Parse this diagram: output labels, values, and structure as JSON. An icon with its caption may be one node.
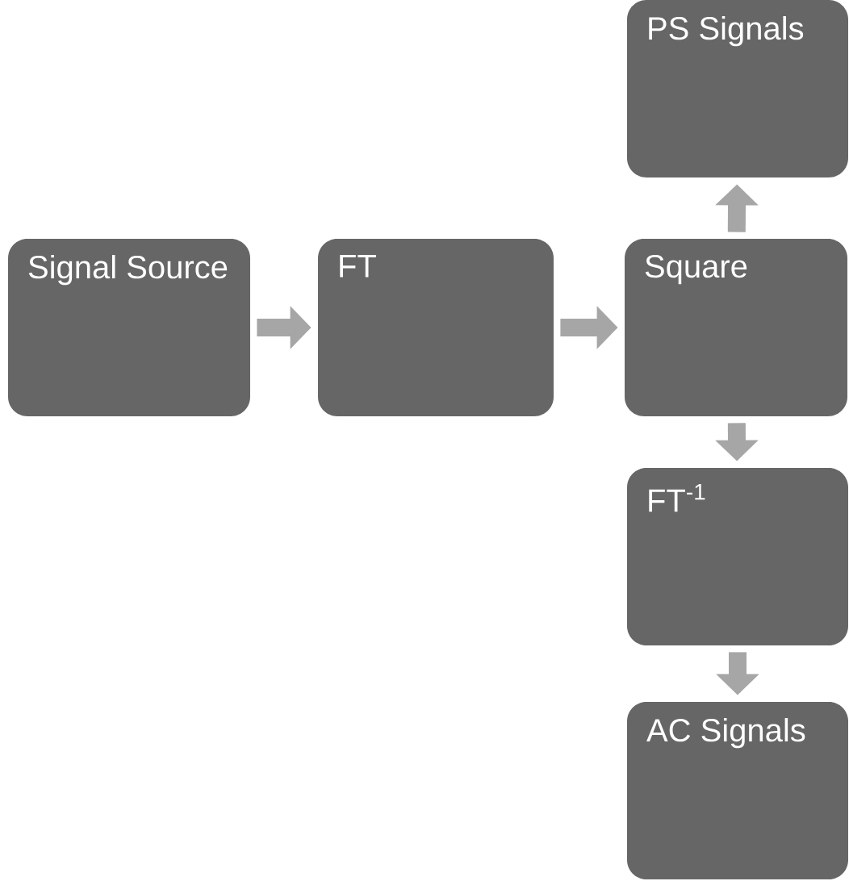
{
  "diagram": {
    "nodes": [
      {
        "text": [
          "Signal Source"
        ]
      },
      {
        "text": [
          "FT"
        ]
      },
      {
        "text": [
          "Square"
        ]
      },
      {
        "text": [
          "PS Signals"
        ]
      },
      {
        "text": [
          "FT$^{-1}$"
        ]
      },
      {
        "text": [
          "AC Signals"
        ]
      }
    ],
    "edges": [
      {
        "from": 0,
        "to": 1,
        "arrow": "to"
      },
      {
        "from": 1,
        "to": 2,
        "arrow": "to"
      },
      {
        "from": 2,
        "to": 3,
        "arrow": "to"
      },
      {
        "from": 2,
        "to": 4,
        "arrow": "to"
      },
      {
        "from": 4,
        "to": 5,
        "arrow": "to"
      }
    ]
  }
}
